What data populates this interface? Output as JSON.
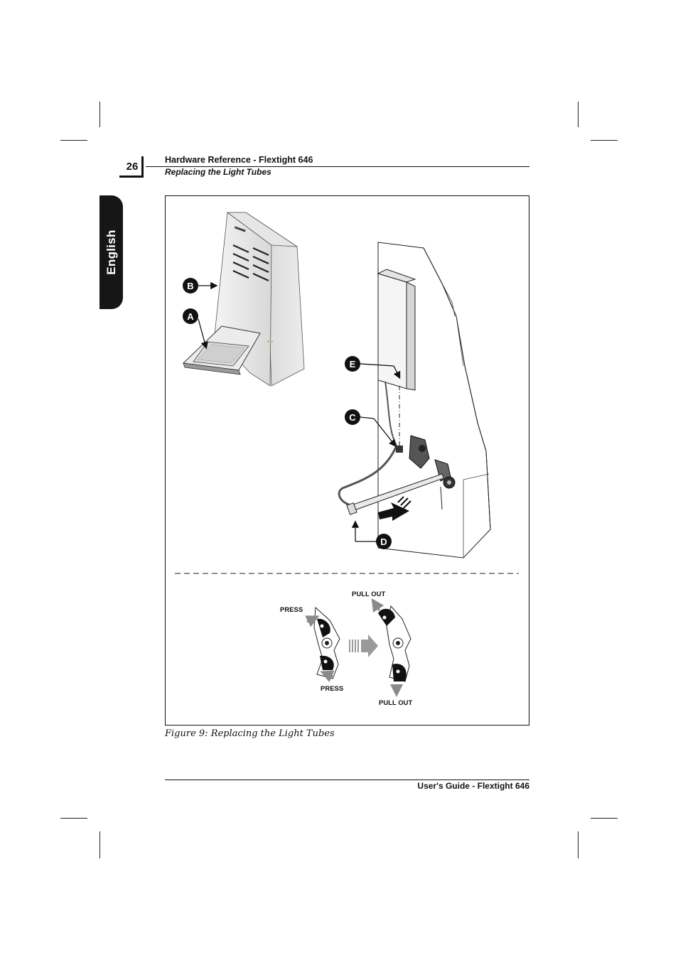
{
  "header": {
    "page_number": "26",
    "title": "Hardware Reference - Flextight 646",
    "subtitle": "Replacing the Light Tubes"
  },
  "side_tab": {
    "label": "English"
  },
  "figure": {
    "callouts": [
      "A",
      "B",
      "C",
      "D",
      "E"
    ],
    "steps": {
      "press_top": "PRESS",
      "press_bottom": "PRESS",
      "pull_top": "PULL OUT",
      "pull_bottom": "PULL OUT"
    },
    "caption": "Figure 9:   Replacing the Light Tubes"
  },
  "footer": {
    "text": "User's Guide - Flextight 646"
  },
  "colors": {
    "ink": "#111111",
    "tab": "#161616",
    "grey_arrow": "#8a8a8a"
  }
}
